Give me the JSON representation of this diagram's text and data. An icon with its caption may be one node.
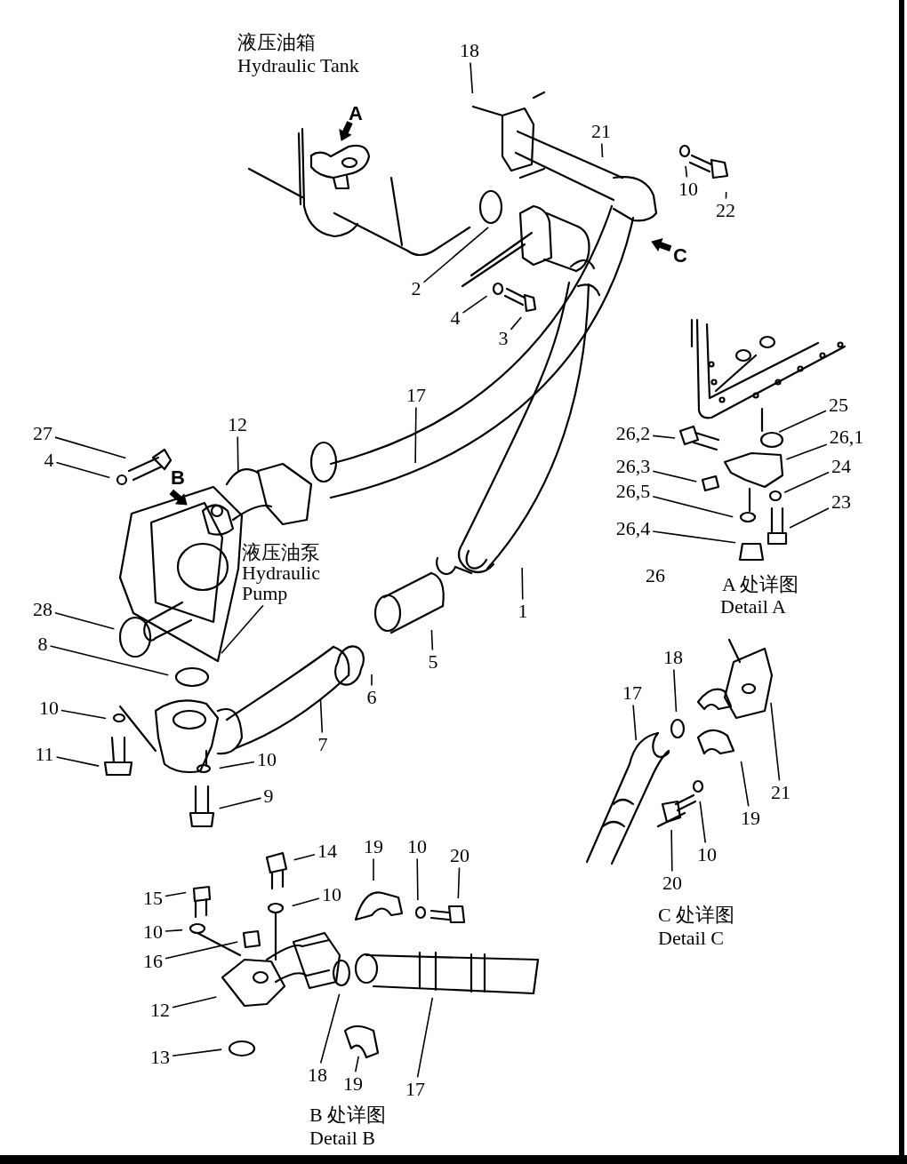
{
  "diagram": {
    "nodes": [
      {
        "text": [
          "18"
        ]
      },
      {
        "text": [
          "21"
        ]
      },
      {
        "text": [
          "10"
        ]
      },
      {
        "text": [
          "22"
        ]
      },
      {
        "text": [
          "2"
        ]
      },
      {
        "text": [
          "4"
        ]
      },
      {
        "text": [
          "3"
        ]
      },
      {
        "text": [
          "17"
        ]
      },
      {
        "text": [
          "12"
        ]
      },
      {
        "text": [
          "27"
        ]
      },
      {
        "text": [
          "4"
        ]
      },
      {
        "text": [
          "25"
        ]
      },
      {
        "text": [
          "26,2"
        ]
      },
      {
        "text": [
          "26,1"
        ]
      },
      {
        "text": [
          "26,3"
        ]
      },
      {
        "text": [
          "24"
        ]
      },
      {
        "text": [
          "26,5"
        ]
      },
      {
        "text": [
          "23"
        ]
      },
      {
        "text": [
          "26,4"
        ]
      },
      {
        "text": [
          "液压油泵",
          "Hydraulic Pump"
        ]
      },
      {
        "text": [
          "1"
        ]
      },
      {
        "text": [
          "28"
        ]
      },
      {
        "text": [
          "8"
        ]
      },
      {
        "text": [
          "5"
        ]
      },
      {
        "text": [
          "6"
        ]
      },
      {
        "text": [
          "7"
        ]
      },
      {
        "text": [
          "10"
        ]
      },
      {
        "text": [
          "11"
        ]
      },
      {
        "text": [
          "10"
        ]
      },
      {
        "text": [
          "9"
        ]
      },
      {
        "text": [
          "18"
        ]
      },
      {
        "text": [
          "17"
        ]
      },
      {
        "text": [
          "21"
        ]
      },
      {
        "text": [
          "19"
        ]
      },
      {
        "text": [
          "10"
        ]
      },
      {
        "text": [
          "20"
        ]
      },
      {
        "text": [
          "14"
        ]
      },
      {
        "text": [
          "19"
        ]
      },
      {
        "text": [
          "10"
        ]
      },
      {
        "text": [
          "20"
        ]
      },
      {
        "text": [
          "15"
        ]
      },
      {
        "text": [
          "10"
        ]
      },
      {
        "text": [
          "10"
        ]
      },
      {
        "text": [
          "16"
        ]
      },
      {
        "text": [
          "12"
        ]
      },
      {
        "text": [
          "13"
        ]
      },
      {
        "text": [
          "18"
        ]
      },
      {
        "text": [
          "19"
        ]
      },
      {
        "text": [
          "17"
        ]
      }
    ],
    "edges": [
      {
        "from": 0,
        "to": null,
        "arrow": "none"
      },
      {
        "from": 1,
        "to": null,
        "arrow": "none"
      },
      {
        "from": 2,
        "to": null,
        "arrow": "none"
      },
      {
        "from": 3,
        "to": null,
        "arrow": "none"
      },
      {
        "from": 4,
        "to": null,
        "arrow": "none"
      },
      {
        "from": 5,
        "to": null,
        "arrow": "none"
      },
      {
        "from": 6,
        "to": null,
        "arrow": "none"
      },
      {
        "from": 7,
        "to": null,
        "arrow": "none"
      },
      {
        "from": 8,
        "to": null,
        "arrow": "none"
      },
      {
        "from": 9,
        "to": null,
        "arrow": "none"
      },
      {
        "from": 10,
        "to": null,
        "arrow": "none"
      },
      {
        "from": 11,
        "to": null,
        "arrow": "none"
      },
      {
        "from": 12,
        "to": null,
        "arrow": "none"
      },
      {
        "from": 13,
        "to": null,
        "arrow": "none"
      },
      {
        "from": 14,
        "to": null,
        "arrow": "none"
      },
      {
        "from": 15,
        "to": null,
        "arrow": "none"
      },
      {
        "from": 16,
        "to": null,
        "arrow": "none"
      },
      {
        "from": 17,
        "to": null,
        "arrow": "none"
      },
      {
        "from": 18,
        "to": null,
        "arrow": "none"
      },
      {
        "from": 19,
        "to": null,
        "arrow": "none"
      },
      {
        "from": 20,
        "to": null,
        "arrow": "none"
      },
      {
        "from": 21,
        "to": null,
        "arrow": "none"
      },
      {
        "from": 22,
        "to": null,
        "arrow": "none"
      },
      {
        "from": 23,
        "to": null,
        "arrow": "none"
      },
      {
        "from": 24,
        "to": null,
        "arrow": "none"
      },
      {
        "from": 25,
        "to": null,
        "arrow": "none"
      },
      {
        "from": 26,
        "to": null,
        "arrow": "none"
      },
      {
        "from": 27,
        "to": null,
        "arrow": "none"
      },
      {
        "from": 28,
        "to": null,
        "arrow": "none"
      },
      {
        "from": 29,
        "to": null,
        "arrow": "none"
      },
      {
        "from": 30,
        "to": null,
        "arrow": "none"
      },
      {
        "from": 31,
        "to": null,
        "arrow": "none"
      },
      {
        "from": 32,
        "to": null,
        "arrow": "none"
      },
      {
        "from": 33,
        "to": null,
        "arrow": "none"
      },
      {
        "from": 34,
        "to": null,
        "arrow": "none"
      },
      {
        "from": 35,
        "to": null,
        "arrow": "none"
      },
      {
        "from": 36,
        "to": null,
        "arrow": "none"
      },
      {
        "from": 37,
        "to": null,
        "arrow": "none"
      },
      {
        "from": 38,
        "to": null,
        "arrow": "none"
      },
      {
        "from": 39,
        "to": null,
        "arrow": "none"
      },
      {
        "from": 40,
        "to": null,
        "arrow": "none"
      },
      {
        "from": 41,
        "to": null,
        "arrow": "none"
      },
      {
        "from": 42,
        "to": null,
        "arrow": "none"
      },
      {
        "from": 43,
        "to": null,
        "arrow": "none"
      },
      {
        "from": 44,
        "to": null,
        "arrow": "none"
      },
      {
        "from": 45,
        "to": null,
        "arrow": "none"
      },
      {
        "from": 46,
        "to": null,
        "arrow": "none"
      },
      {
        "from": 47,
        "to": null,
        "arrow": "none"
      },
      {
        "from": 48,
        "to": null,
        "arrow": "none"
      }
    ],
    "labels": [
      "液压油箱",
      "Hydraulic Tank",
      "A",
      "C",
      "B",
      "26",
      "A 处详图",
      "Detail A",
      "C 处详图",
      "Detail C",
      "B 处详图",
      "Detail B"
    ]
  }
}
